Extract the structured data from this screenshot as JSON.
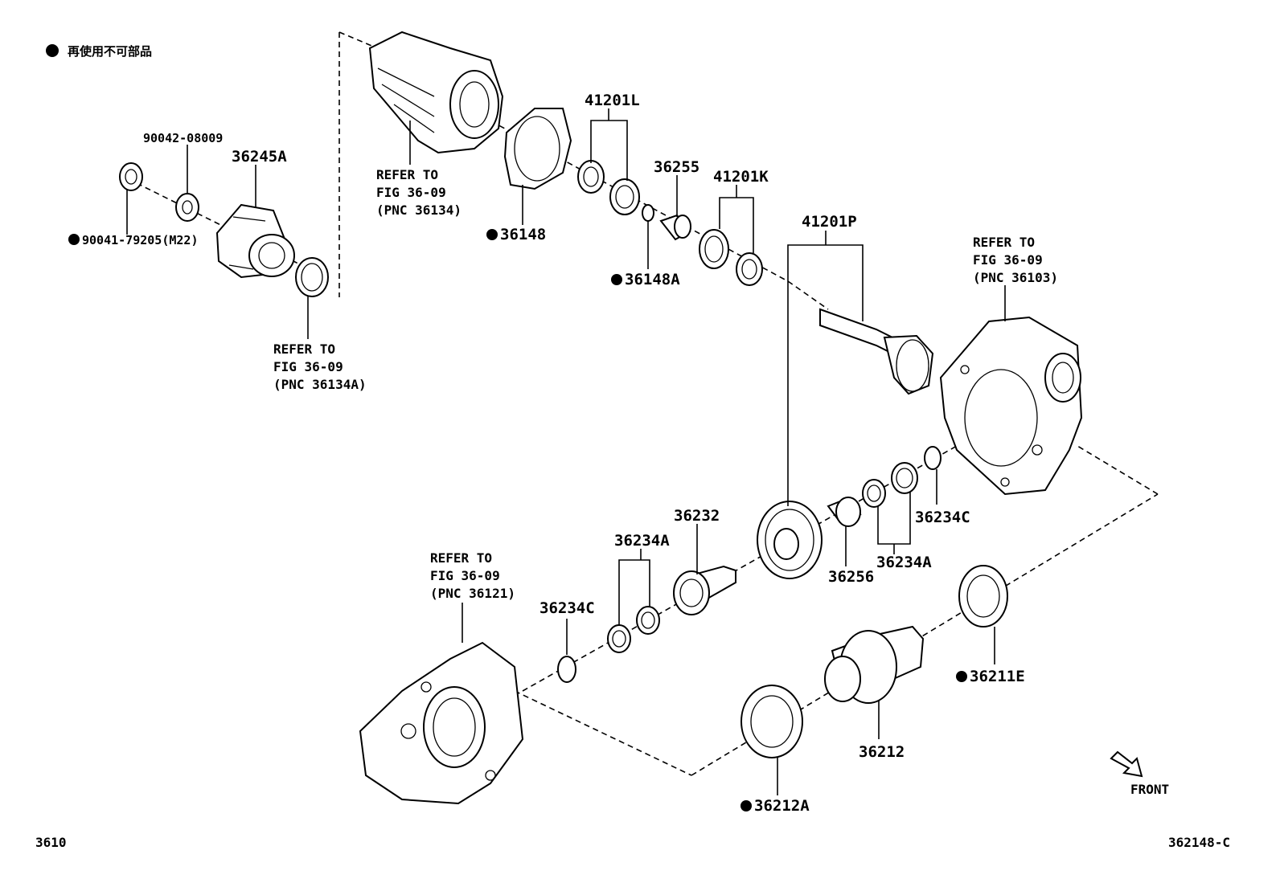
{
  "legend": {
    "symbol": "●",
    "text": "再使用不可部品"
  },
  "footer": {
    "left": "3610",
    "right": "362148-C"
  },
  "front_label": "FRONT",
  "labels": {
    "p90042": "90042-08009",
    "p36245A": "36245A",
    "p90041": "90041-79205(M22)",
    "p41201L": "41201L",
    "p36255": "36255",
    "p41201K": "41201K",
    "p36148": "36148",
    "p36148A": "36148A",
    "p41201P": "41201P",
    "p36232": "36232",
    "p36234A_low": "36234A",
    "p36234C_low": "36234C",
    "p36256": "36256",
    "p36234A_high": "36234A",
    "p36234C_high": "36234C",
    "p36211E": "36211E",
    "p36212": "36212",
    "p36212A": "36212A"
  },
  "refs": {
    "r36134A": [
      "REFER TO",
      "FIG 36-09",
      "(PNC 36134A)"
    ],
    "r36134": [
      "REFER TO",
      "FIG 36-09",
      "(PNC 36134)"
    ],
    "r36103": [
      "REFER TO",
      "FIG 36-09",
      "(PNC 36103)"
    ],
    "r36121": [
      "REFER TO",
      "FIG 36-09",
      "(PNC 36121)"
    ]
  }
}
